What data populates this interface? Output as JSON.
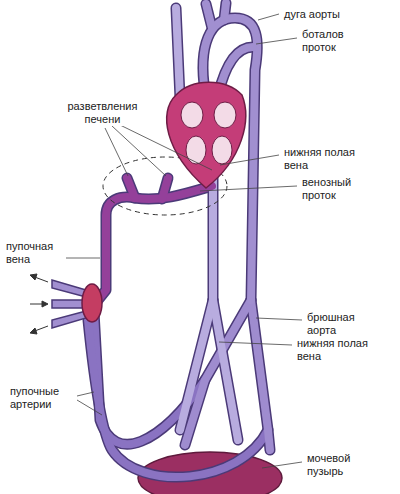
{
  "diagram": {
    "labels": [
      "дуга аорты",
      "боталов проток",
      "разветвления печени",
      "нижняя полая вена",
      "венозный проток",
      "пупочная вена",
      "брюшная аорта",
      "нижняя полая вена",
      "пупочные артерии",
      "мочевой пузырь"
    ]
  }
}
